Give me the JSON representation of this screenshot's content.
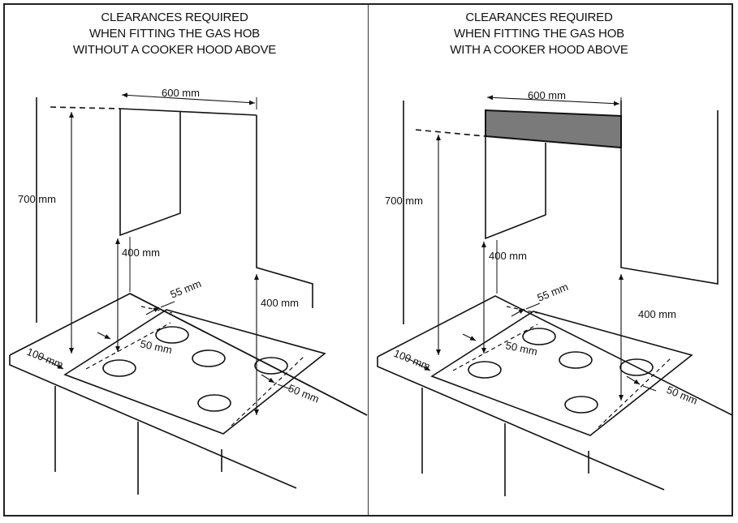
{
  "panels": {
    "left": {
      "title_lines": [
        "CLEARANCES REQUIRED",
        "WHEN FITTING THE GAS HOB",
        "WITHOUT A COOKER HOOD ABOVE"
      ]
    },
    "right": {
      "title_lines": [
        "CLEARANCES REQUIRED",
        "WHEN FITTING THE GAS HOB",
        "WITH A COOKER HOOD ABOVE"
      ]
    }
  },
  "dimensions": {
    "width_600": "600 mm",
    "height_700": "700 mm",
    "height_400": "400 mm",
    "back_55": "55 mm",
    "front_100": "100 mm",
    "side_50": "50 mm"
  },
  "colors": {
    "hood_fill": "#7a7a7a",
    "line": "#111111"
  }
}
